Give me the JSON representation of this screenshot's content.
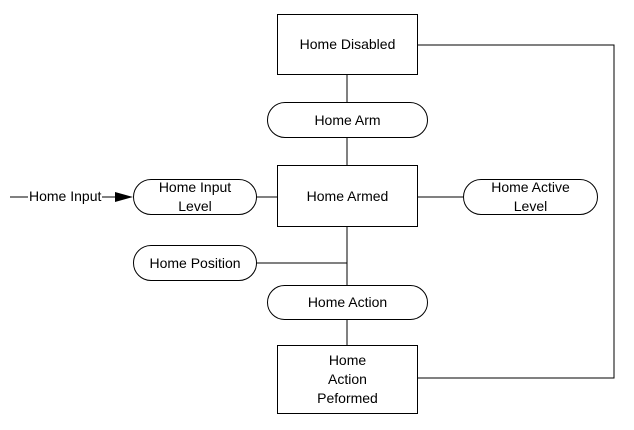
{
  "diagram": {
    "nodes": {
      "home_disabled": "Home Disabled",
      "home_arm": "Home Arm",
      "home_input_level": [
        "Home Input",
        "Level"
      ],
      "home_armed": "Home Armed",
      "home_active_level": [
        "Home Active",
        "Level"
      ],
      "home_position": "Home Position",
      "home_action": "Home Action",
      "home_action_performed": [
        "Home",
        "Action",
        "Peformed"
      ]
    },
    "input_label": "Home Input"
  }
}
